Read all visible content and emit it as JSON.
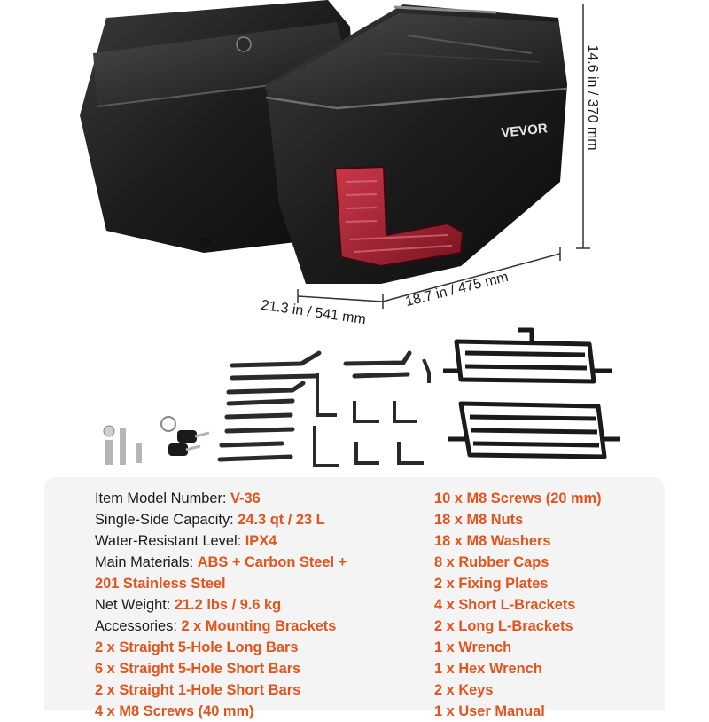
{
  "brand": "VEVOR",
  "colors": {
    "accent": "#e2541d",
    "text": "#1a1a1a",
    "panel": "#f4f4f4"
  },
  "dimensions": {
    "height": "14.6 in / 370 mm",
    "width": "18.7 in / 475 mm",
    "depth": "21.3 in / 541 mm"
  },
  "specs": {
    "model_label": "Item Model Number: ",
    "model_value": "V-36",
    "capacity_label": "Single-Side Capacity: ",
    "capacity_value": "24.3 qt / 23 L",
    "water_label": "Water-Resistant Level: ",
    "water_value": "IPX4",
    "materials_label": "Main Materials: ",
    "materials_value": "ABS + Carbon Steel +",
    "materials_value_2": "201 Stainless Steel",
    "weight_label": "Net Weight: ",
    "weight_value": "21.2 lbs / 9.6 kg",
    "accessories_label": "Accessories: ",
    "accessories_value": "2 x Mounting Brackets",
    "left_items": [
      "2 x Straight 5-Hole Long Bars",
      "6 x Straight 5-Hole Short Bars",
      "2 x Straight 1-Hole Short Bars",
      "4 x M8 Screws (40 mm)"
    ],
    "right_items": [
      "10 x M8 Screws (20 mm)",
      "18 x M8 Nuts",
      "18 x M8 Washers",
      "8 x Rubber Caps",
      "2 x Fixing Plates",
      "4 x Short L-Brackets",
      "2 x Long L-Brackets",
      "1 x Wrench",
      "1 x Hex Wrench",
      "2 x Keys",
      "1 x User Manual"
    ]
  }
}
